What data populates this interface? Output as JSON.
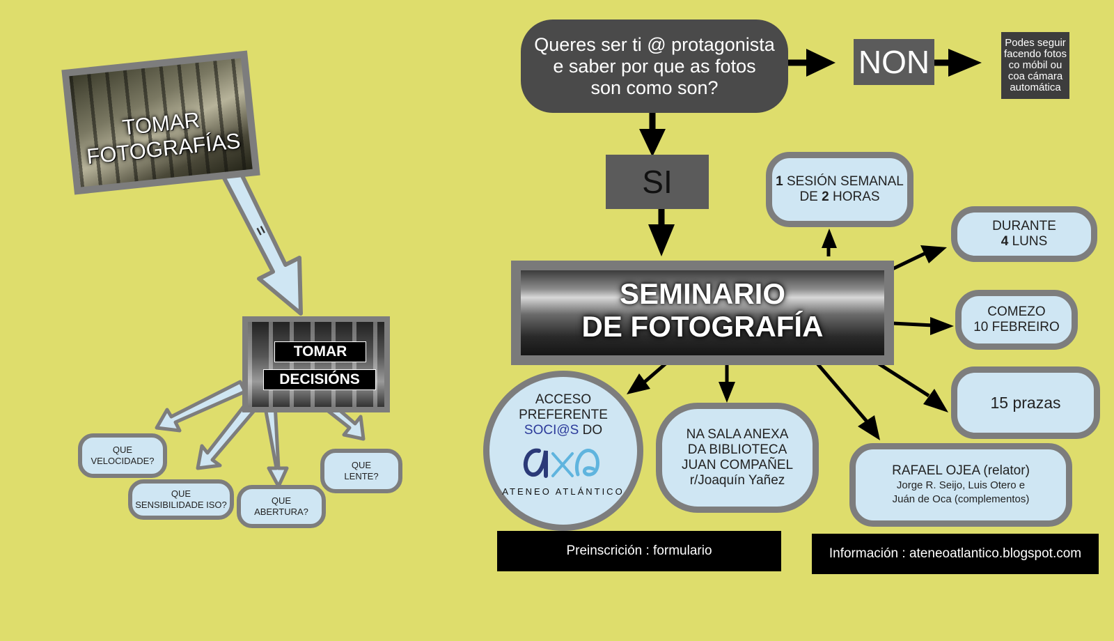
{
  "left": {
    "photo_title_line1": "TOMAR",
    "photo_title_line2": "FOTOGRAFÍAS",
    "arrow_label": "=",
    "decision_line1": "TOMAR",
    "decision_line2": "DECISIÓNS",
    "questions": [
      {
        "line1": "QUE",
        "line2": "VELOCIDADE?"
      },
      {
        "line1": "QUE",
        "line2": "SENSIBILIDADE ISO?"
      },
      {
        "line1": "QUE",
        "line2": "ABERTURA?"
      },
      {
        "line1": "QUE",
        "line2": "LENTE?"
      }
    ]
  },
  "right": {
    "question_line1": "Queres ser ti @ protagonista",
    "question_line2": "e saber por que as fotos",
    "question_line3": "son como son?",
    "no_label": "NON",
    "no_result_line1": "Podes seguir",
    "no_result_line2": "facendo fotos",
    "no_result_line3": "co móbil ou",
    "no_result_line4": "coa cámara",
    "no_result_line5": "automática",
    "yes_label": "SI",
    "seminar_line1": "SEMINARIO",
    "seminar_line2": "DE FOTOGRAFÍA",
    "session_bold1": "1",
    "session_text1": " SESIÓN SEMANAL",
    "session_text2a": "DE ",
    "session_bold2": "2",
    "session_text2b": " HORAS",
    "duration_line1": "DURANTE",
    "duration_bold": "4",
    "duration_line2b": " LUNS",
    "start_line1": "COMEZO",
    "start_line2": "10 FEBREIRO",
    "places": "15 prazas",
    "speaker_name": "RAFAEL OJEA",
    "speaker_role": " (relator)",
    "helpers_line1": "Jorge R. Seijo, Luis Otero e",
    "helpers_line2": "Juán de Oca (complementos)",
    "venue_line1": "NA SALA ANEXA",
    "venue_line2": "DA BIBLIOTECA",
    "venue_line3": "JUAN COMPAÑEL",
    "venue_line4": "r/Joaquín Yañez",
    "access_line1": "ACCESO",
    "access_line2": "PREFERENTE",
    "access_line3a": "SOCI@S",
    "access_line3b": " DO",
    "logo_text": "ATENEO ATLÁNTICO",
    "preinscription": "Preinscrición :  formulario",
    "information": "Información : ateneoatlantico.blogspot.com"
  },
  "colors": {
    "background": "#dedd6c",
    "pill_fill": "#cfe6f3",
    "pill_border": "#7d7d7d",
    "question_fill": "#4a4a4a",
    "logo_dark": "#2b3a78",
    "logo_light": "#5fb4de"
  }
}
